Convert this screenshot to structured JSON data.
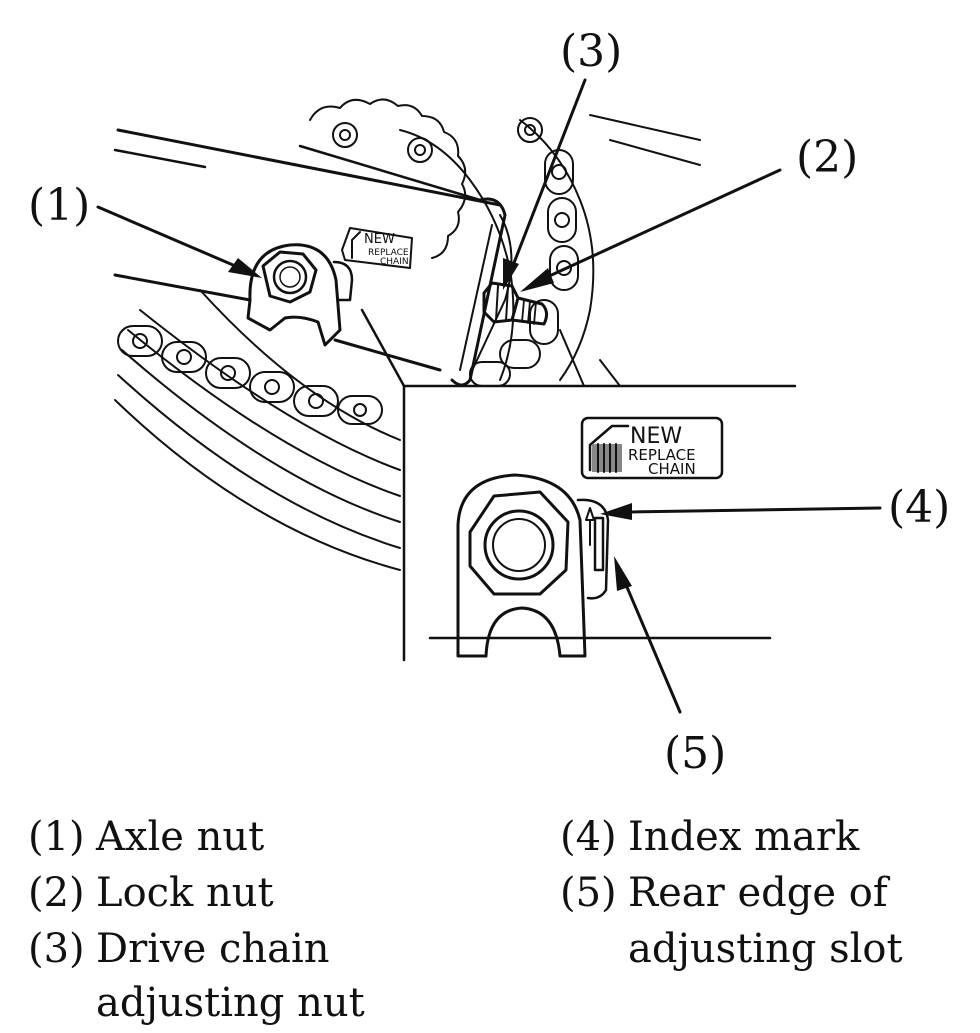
{
  "callouts": {
    "c1": "(1)",
    "c2": "(2)",
    "c3": "(3)",
    "c4": "(4)",
    "c5": "(5)"
  },
  "tag": {
    "new": "NEW",
    "replace": "REPLACE",
    "chain": "CHAIN"
  },
  "legend": {
    "left": [
      {
        "num": "(1)",
        "text": "Axle nut"
      },
      {
        "num": "(2)",
        "text": "Lock nut"
      },
      {
        "num": "(3)",
        "text": "Drive chain",
        "text2": "adjusting nut"
      }
    ],
    "right": [
      {
        "num": "(4)",
        "text": "Index mark"
      },
      {
        "num": "(5)",
        "text": "Rear edge of",
        "text2": "adjusting slot"
      }
    ]
  }
}
